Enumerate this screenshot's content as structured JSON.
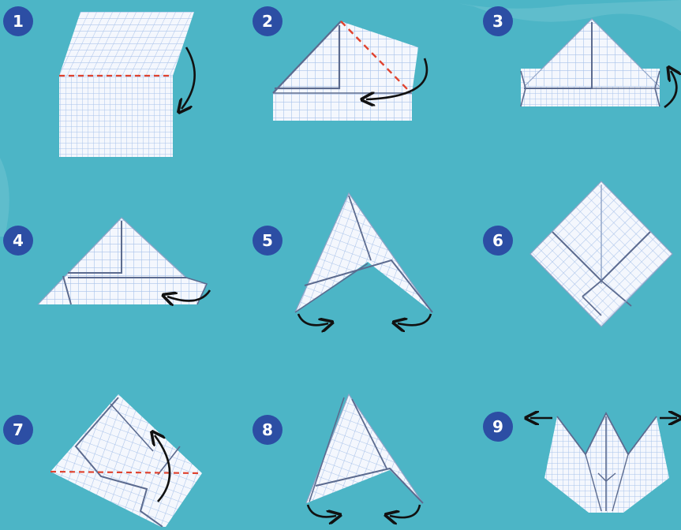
{
  "colors": {
    "background": "#4cb5c6",
    "badge": "#2c4ea4",
    "badge_text": "#ffffff",
    "paper": "#f4f7fd",
    "grid_line": "#a9c3ea",
    "fold_edge": "#5c6b8f",
    "dashed_fold_line": "#e0432f",
    "arrow": "#111111"
  },
  "icons": [
    "curved-arrow-icon",
    "straight-arrow-icon"
  ],
  "steps": [
    {
      "number": "1",
      "instruction_icons": [
        "curved-arrow-icon"
      ],
      "has_dashed_fold_line": true
    },
    {
      "number": "2",
      "instruction_icons": [
        "curved-arrow-icon"
      ],
      "has_dashed_fold_line": true
    },
    {
      "number": "3",
      "instruction_icons": [
        "curved-arrow-icon"
      ],
      "has_dashed_fold_line": false
    },
    {
      "number": "4",
      "instruction_icons": [
        "curved-arrow-icon"
      ],
      "has_dashed_fold_line": false
    },
    {
      "number": "5",
      "instruction_icons": [
        "curved-arrow-icon",
        "curved-arrow-icon"
      ],
      "has_dashed_fold_line": false
    },
    {
      "number": "6",
      "instruction_icons": [],
      "has_dashed_fold_line": false
    },
    {
      "number": "7",
      "instruction_icons": [
        "curved-arrow-icon"
      ],
      "has_dashed_fold_line": true
    },
    {
      "number": "8",
      "instruction_icons": [
        "curved-arrow-icon",
        "curved-arrow-icon"
      ],
      "has_dashed_fold_line": false
    },
    {
      "number": "9",
      "instruction_icons": [
        "straight-arrow-icon",
        "straight-arrow-icon"
      ],
      "has_dashed_fold_line": false
    }
  ]
}
